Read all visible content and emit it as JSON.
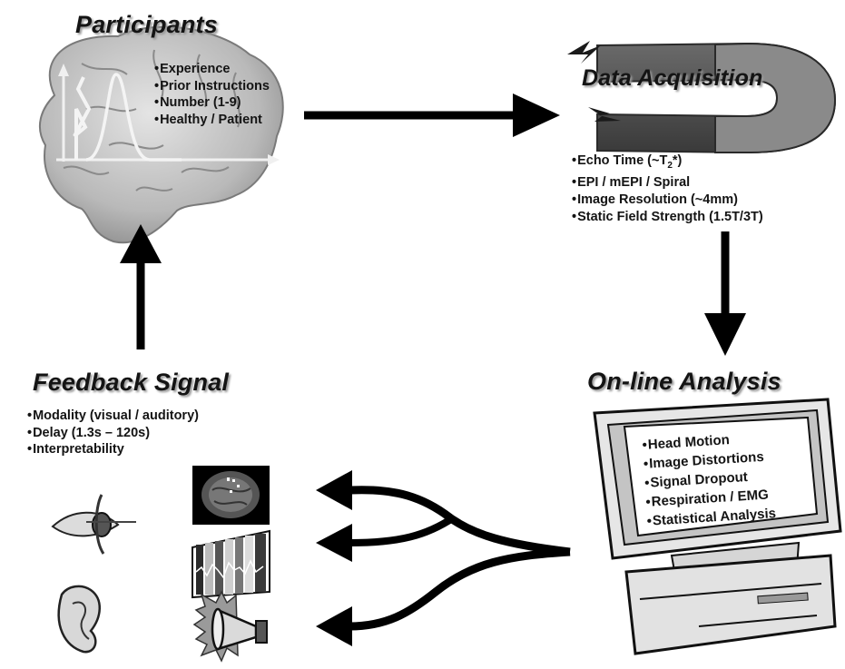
{
  "participants": {
    "title": "Participants",
    "items": [
      "Experience",
      "Prior Instructions",
      "Number (1-9)",
      "Healthy / Patient"
    ]
  },
  "acquisition": {
    "title": "Data Acquisition",
    "items": [
      "Echo Time (~T",
      "EPI / mEPI / Spiral",
      "Image Resolution (~4mm)",
      "Static Field Strength (1.5T/3T)"
    ],
    "echo_subscript": "2",
    "echo_suffix": "*)"
  },
  "analysis": {
    "title": "On-line Analysis",
    "items": [
      "Head Motion",
      "Image Distortions",
      "Signal Dropout",
      "Respiration / EMG",
      "Statistical Analysis"
    ]
  },
  "feedback": {
    "title": "Feedback Signal",
    "items": [
      "Modality (visual / auditory)",
      "Delay (1.3s – 120s)",
      "Interpretability"
    ]
  },
  "icons": {
    "brain": "brain-icon",
    "magnet": "magnet-icon",
    "computer": "computer-icon",
    "eye": "eye-icon",
    "ear": "ear-icon",
    "brain_scan": "brain-scan-thumbnail",
    "signal_plot": "signal-timecourse-thumbnail",
    "speaker": "loudspeaker-icon"
  },
  "colors": {
    "ink": "#141414",
    "gray": "#8c8c8c",
    "light": "#d2d2d2"
  }
}
